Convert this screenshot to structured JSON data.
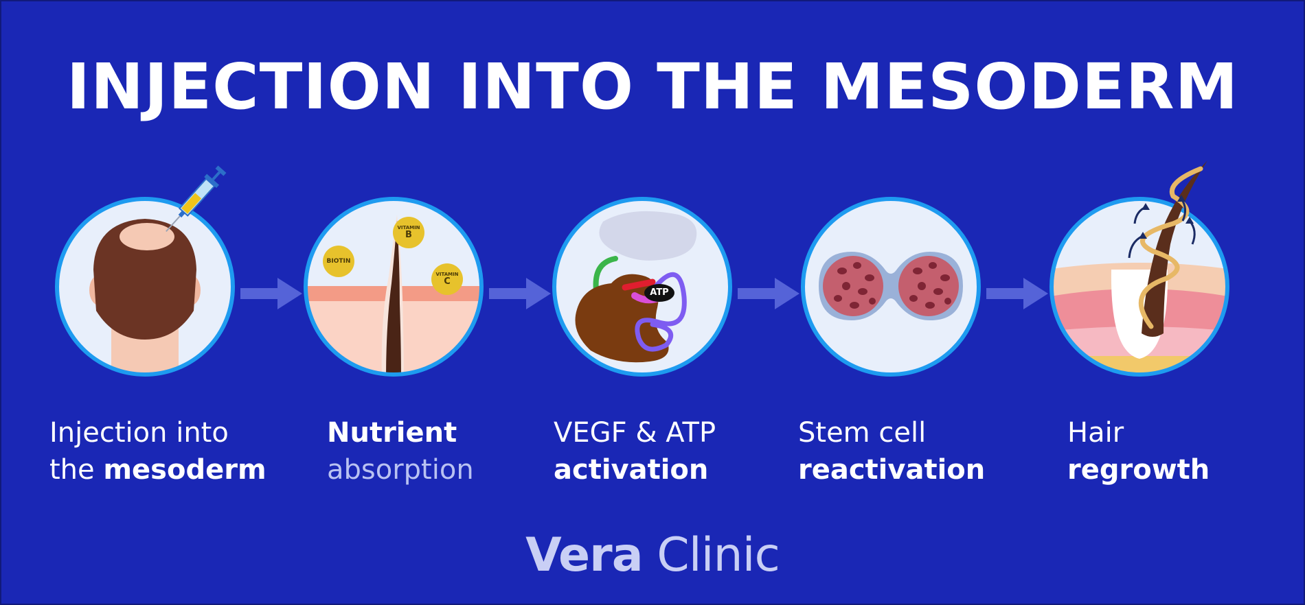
{
  "title": "INJECTION INTO THE MESODERM",
  "steps": [
    {
      "line1_a": "Injection into",
      "line2_a": "the ",
      "line2_b": "mesoderm"
    },
    {
      "line1": "Nutrient",
      "line2": "absorption",
      "labels": {
        "biotin": "BIOTIN",
        "vitamin_b_top": "VITAMIN",
        "vitamin_b": "B",
        "vitamin_c_top": "VITAMIN",
        "vitamin_c": "C"
      }
    },
    {
      "line1": "VEGF & ATP",
      "line2": "activation",
      "labels": {
        "atp": "ATP"
      }
    },
    {
      "line1": "Stem cell",
      "line2": "reactivation"
    },
    {
      "line1": "Hair",
      "line2": "regrowth"
    }
  ],
  "logo": {
    "part1": "Vera",
    "part2": " Clinic"
  },
  "colors": {
    "background": "#1a27b5",
    "circle_ring": "#1e9bf0",
    "circle_fill": "#e8effb",
    "arrow": "#5563d8",
    "hair": "#5a2e1c",
    "skin": "#f5c9b4",
    "vitamin": "#e7c22c"
  }
}
